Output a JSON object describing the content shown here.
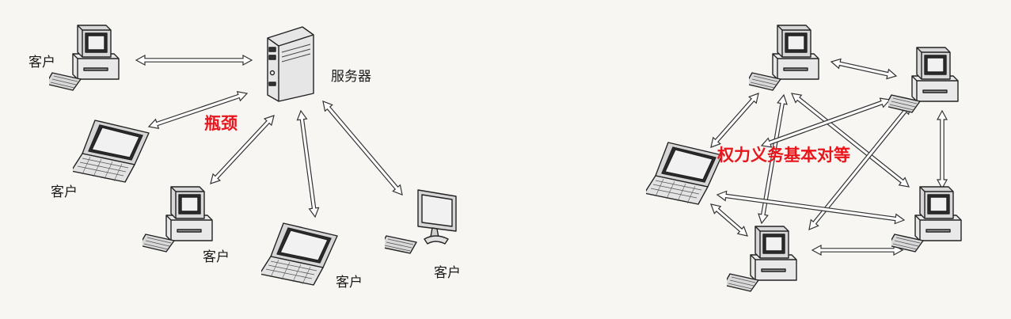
{
  "client_server": {
    "server_label": "服务器",
    "bottleneck_label": "瓶颈",
    "client_labels": [
      "客户",
      "客户",
      "客户",
      "客户",
      "客户"
    ]
  },
  "peer_to_peer": {
    "equal_label": "权力义务基本对等"
  },
  "colors": {
    "highlight": "#e8151b",
    "line": "#333333",
    "background": "#f7f6f2"
  }
}
